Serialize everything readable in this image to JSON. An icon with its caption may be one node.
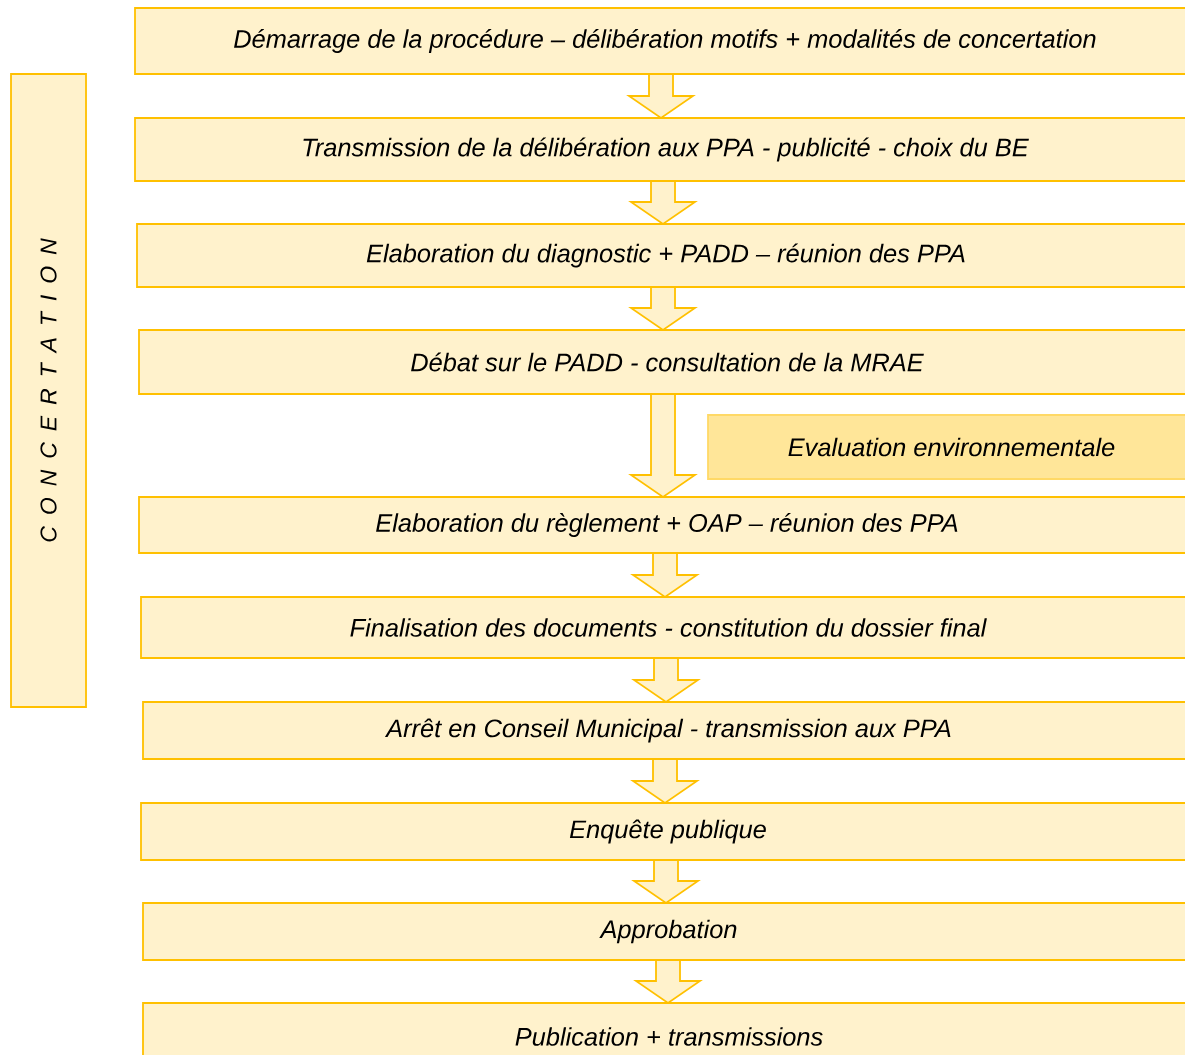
{
  "diagram": {
    "nodes": [
      {
        "text": [
          "Démarrage de la procédure – délibération motifs + modalités de concertation"
        ]
      },
      {
        "text": [
          "Transmission de la délibération aux PPA - publicité - choix du BE"
        ]
      },
      {
        "text": [
          "Elaboration du diagnostic + PADD – réunion des PPA"
        ]
      },
      {
        "text": [
          "Débat sur le PADD - consultation de la MRAE"
        ]
      },
      {
        "text": [
          "Evaluation environnementale"
        ]
      },
      {
        "text": [
          "Elaboration du règlement + OAP – réunion des PPA"
        ]
      },
      {
        "text": [
          "Finalisation des documents - constitution du dossier final"
        ]
      },
      {
        "text": [
          "Arrêt en Conseil Municipal - transmission aux PPA"
        ]
      },
      {
        "text": [
          "Enquête publique"
        ]
      },
      {
        "text": [
          "Approbation"
        ]
      },
      {
        "text": [
          "Publication + transmissions"
        ]
      },
      {
        "text": [
          "C O N C E R T A T I O N"
        ]
      }
    ],
    "edges": [
      {
        "from": 0,
        "to": 1,
        "arrow": "to"
      },
      {
        "from": 1,
        "to": 2,
        "arrow": "to"
      },
      {
        "from": 2,
        "to": 3,
        "arrow": "to"
      },
      {
        "from": 3,
        "to": 5,
        "arrow": "to"
      },
      {
        "from": 5,
        "to": 6,
        "arrow": "to"
      },
      {
        "from": 6,
        "to": 7,
        "arrow": "to"
      },
      {
        "from": 7,
        "to": 8,
        "arrow": "to"
      },
      {
        "from": 8,
        "to": 9,
        "arrow": "to"
      },
      {
        "from": 9,
        "to": 10,
        "arrow": "to"
      }
    ]
  }
}
